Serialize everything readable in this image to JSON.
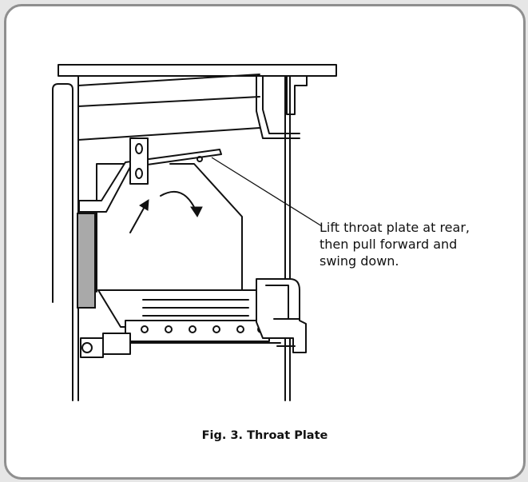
{
  "figure": {
    "callout_lines": [
      "Lift throat plate at rear,",
      "then pull forward and",
      "swing down."
    ],
    "caption": "Fig. 3. Throat Plate"
  },
  "colors": {
    "border": "#8f8f8f",
    "line": "#111111",
    "shaded_panel": "#a9a9a9"
  }
}
